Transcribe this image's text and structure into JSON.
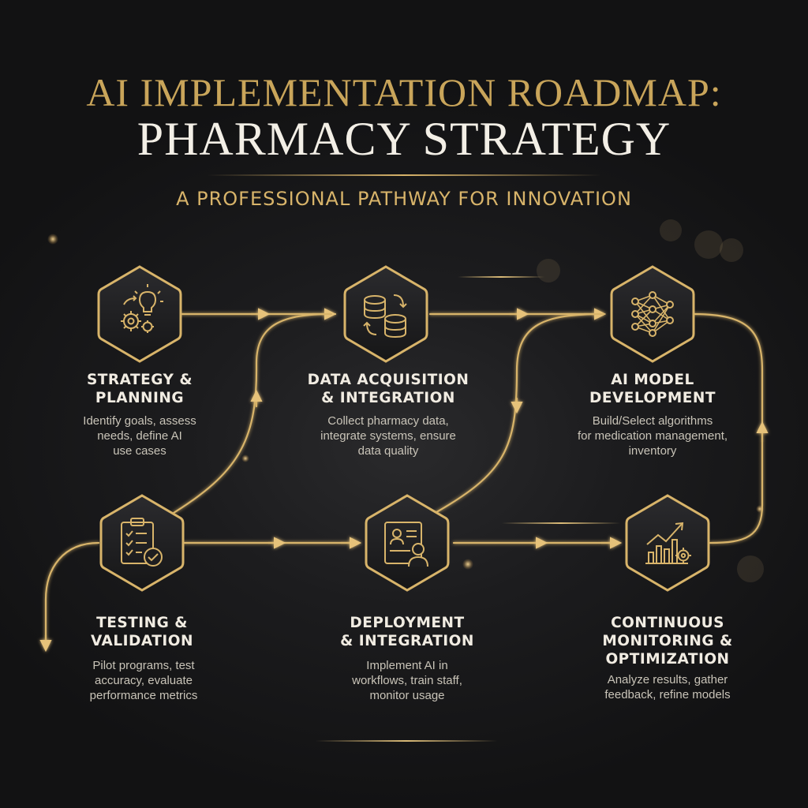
{
  "header": {
    "title_line1": "AI IMPLEMENTATION ROADMAP:",
    "title_line2": "PHARMACY STRATEGY",
    "subtitle": "A PROFESSIONAL PATHWAY FOR INNOVATION"
  },
  "colors": {
    "gold": "#d8b46a",
    "background": "#1c1c1e",
    "title_text": "#f3efe6"
  },
  "steps": [
    {
      "icon": "gears-lightbulb-icon",
      "title_line1": "STRATEGY &",
      "title_line2": "PLANNING",
      "desc_line1": "Identify goals, assess",
      "desc_line2": "needs, define AI",
      "desc_line3": "use cases"
    },
    {
      "icon": "database-sync-icon",
      "title_line1": "DATA ACQUISITION",
      "title_line2": "& INTEGRATION",
      "desc_line1": "Collect pharmacy data,",
      "desc_line2": "integrate systems, ensure",
      "desc_line3": "data quality"
    },
    {
      "icon": "neural-network-icon",
      "title_line1": "AI MODEL",
      "title_line2": "DEVELOPMENT",
      "desc_line1": "Build/Select algorithms",
      "desc_line2": "for medication management,",
      "desc_line3": "inventory"
    },
    {
      "icon": "clipboard-check-icon",
      "title_line1": "TESTING &",
      "title_line2": "VALIDATION",
      "desc_line1": "Pilot programs, test",
      "desc_line2": "accuracy, evaluate",
      "desc_line3": "performance metrics"
    },
    {
      "icon": "user-screen-icon",
      "title_line1": "DEPLOYMENT",
      "title_line2": "& INTEGRATION",
      "desc_line1": "Implement AI in",
      "desc_line2": "workflows, train staff,",
      "desc_line3": "monitor usage"
    },
    {
      "icon": "growth-chart-gear-icon",
      "title_line1": "CONTINUOUS",
      "title_line2": "MONITORING &",
      "title_line3": "OPTIMIZATION",
      "desc_line1": "Analyze results, gather",
      "desc_line2": "feedback, refine models"
    }
  ]
}
